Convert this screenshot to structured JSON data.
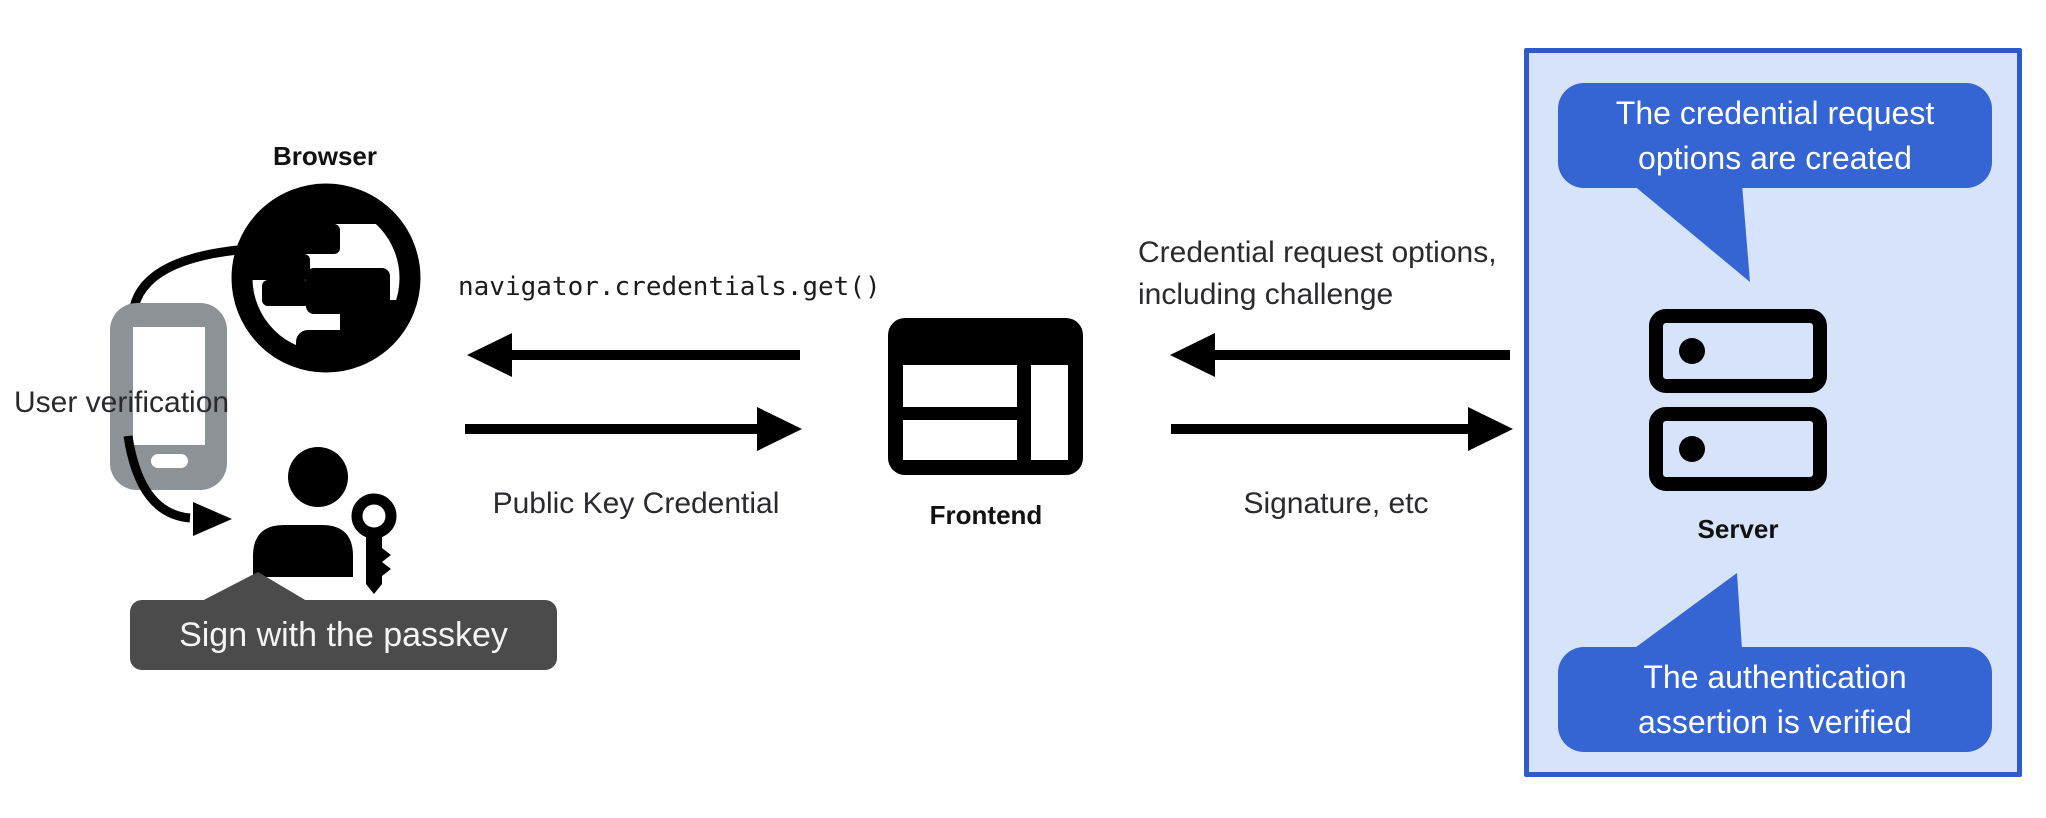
{
  "labels": {
    "browser": "Browser",
    "user_verification": "User verification",
    "api_call": "navigator.credentials.get()",
    "public_key_credential": "Public Key Credential",
    "frontend": "Frontend",
    "credential_request_line1": "Credential request options,",
    "credential_request_line2": "including challenge",
    "signature": "Signature, etc",
    "server": "Server"
  },
  "tooltip": {
    "text": "Sign with the passkey"
  },
  "server_panel": {
    "bubble_top": {
      "line1": "The credential request",
      "line2": "options are created"
    },
    "bubble_bottom": {
      "line1": "The authentication",
      "line2": "assertion is verified"
    }
  },
  "icons": {
    "globe": "globe-icon",
    "phone": "phone-icon",
    "user": "user-icon",
    "key": "key-icon",
    "frontend_window": "browser-window-icon",
    "server_stack": "server-stack-icon"
  },
  "colors": {
    "accent_blue": "#3565d2",
    "panel_background": "#d7e2fb",
    "panel_border": "#2d5bc9",
    "tooltip_background": "#4b4b4b",
    "phone_gray": "#8d9297",
    "ink": "#202124"
  }
}
